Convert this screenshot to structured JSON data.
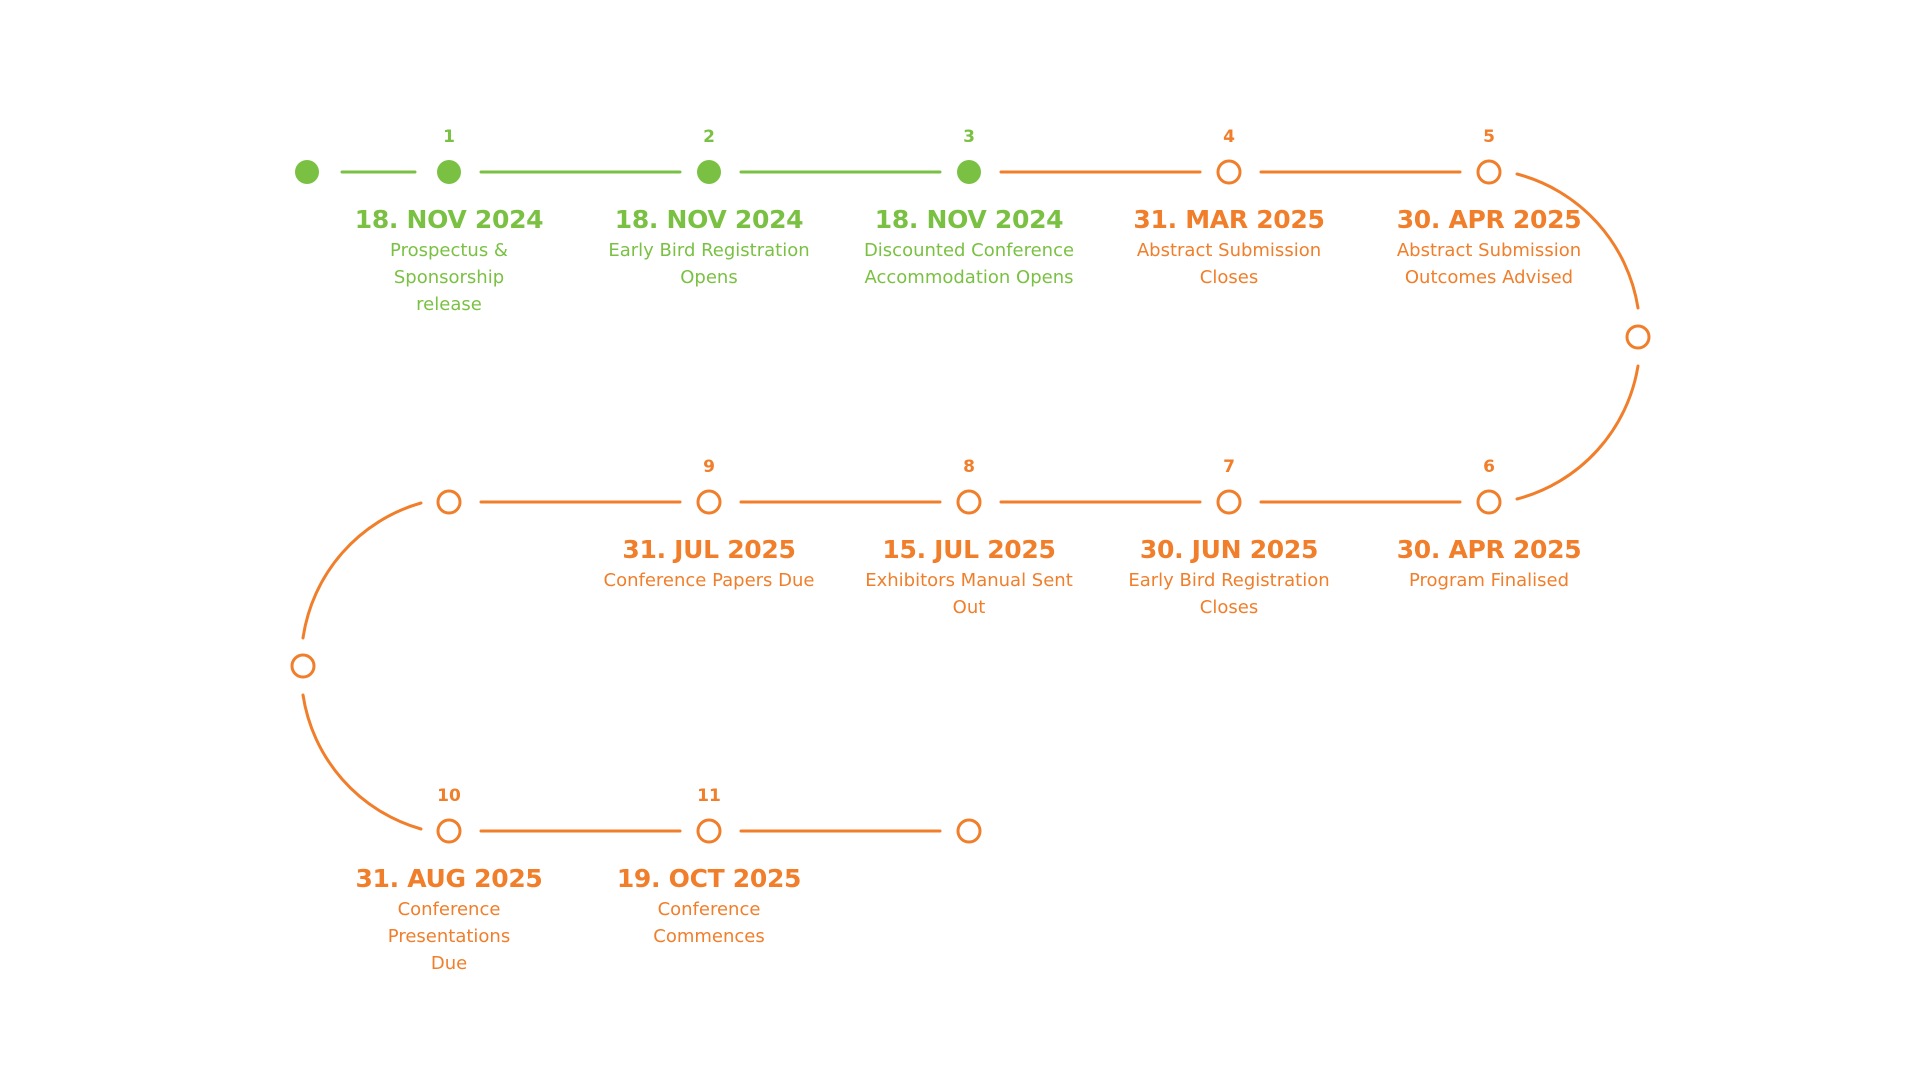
{
  "colors": {
    "done": "#7ac143",
    "upcoming": "#f07e2a"
  },
  "milestones": [
    {
      "number": "1",
      "date": "18. NOV 2024",
      "description": "Prospectus & Sponsorship release",
      "status": "done"
    },
    {
      "number": "2",
      "date": "18. NOV 2024",
      "description": "Early Bird Registration Opens",
      "status": "done"
    },
    {
      "number": "3",
      "date": "18. NOV 2024",
      "description": "Discounted Conference Accommodation Opens",
      "status": "done"
    },
    {
      "number": "4",
      "date": "31. MAR 2025",
      "description": "Abstract Submission Closes",
      "status": "upcoming"
    },
    {
      "number": "5",
      "date": "30. APR 2025",
      "description": "Abstract Submission Outcomes Advised",
      "status": "upcoming"
    },
    {
      "number": "6",
      "date": "30. APR 2025",
      "description": "Program Finalised",
      "status": "upcoming"
    },
    {
      "number": "7",
      "date": "30. JUN 2025",
      "description": "Early Bird Registration Closes",
      "status": "upcoming"
    },
    {
      "number": "8",
      "date": "15. JUL 2025",
      "description": "Exhibitors Manual Sent Out",
      "status": "upcoming"
    },
    {
      "number": "9",
      "date": "31. JUL 2025",
      "description": "Conference Papers Due",
      "status": "upcoming"
    },
    {
      "number": "10",
      "date": "31. AUG 2025",
      "description": "Conference Presentations Due",
      "status": "upcoming"
    },
    {
      "number": "11",
      "date": "19. OCT 2025",
      "description": "Conference Commences",
      "status": "upcoming"
    }
  ]
}
